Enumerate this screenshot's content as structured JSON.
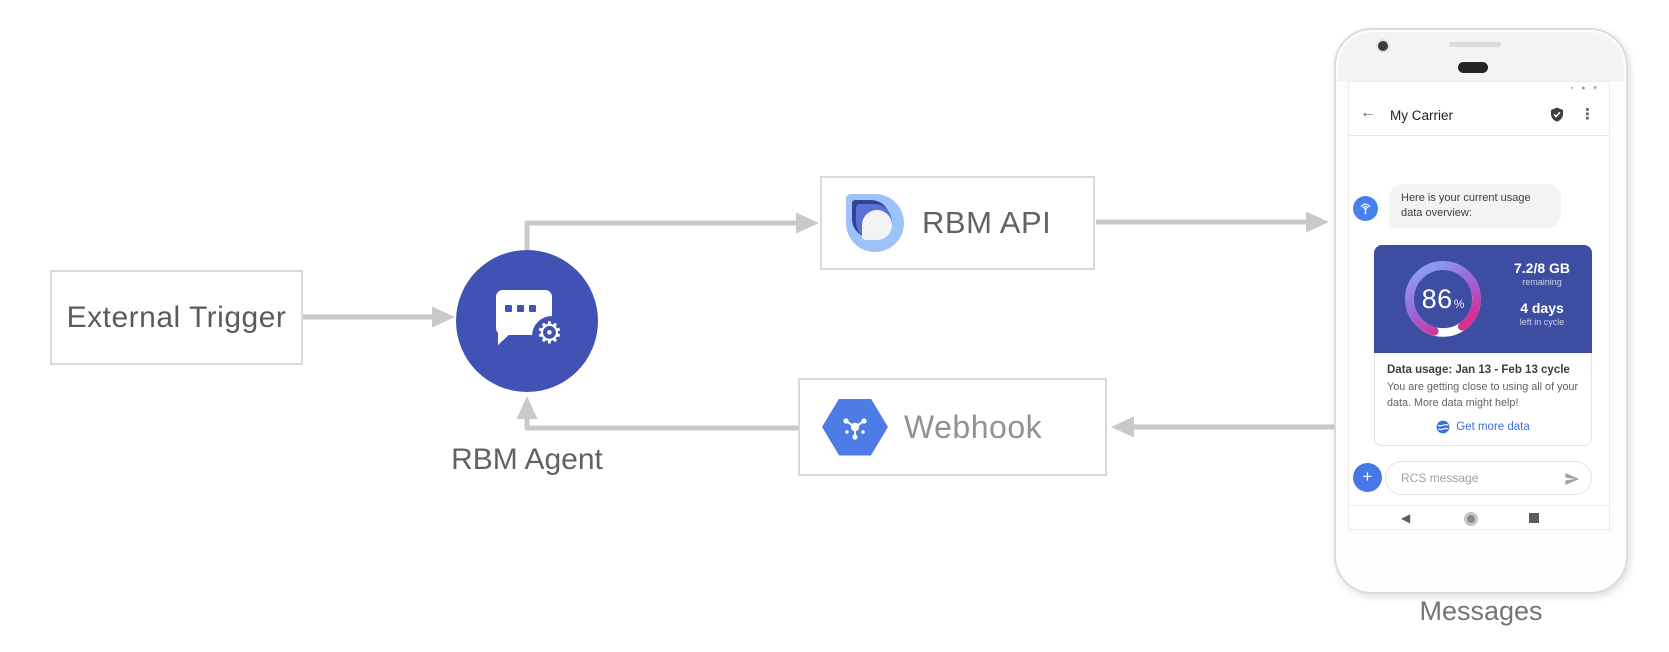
{
  "diagram": {
    "nodes": {
      "external_trigger": "External Trigger",
      "rbm_agent": "RBM Agent",
      "rbm_api": "RBM API",
      "webhook": "Webhook"
    },
    "phone_caption": "Messages"
  },
  "phone": {
    "header": {
      "title": "My Carrier",
      "back_icon": "arrow-left",
      "verified_icon": "shield-verified",
      "menu_icon": "kebab-menu"
    },
    "chat": {
      "agent_message": "Here is your current usage data overview:",
      "avatar_icon": "broadcast-antenna"
    },
    "usage_card": {
      "percent_value": "86",
      "percent_unit": "%",
      "remaining_value": "7.2/8 GB",
      "remaining_label": "remaining",
      "cycle_value": "4 days",
      "cycle_label": "left in cycle",
      "title": "Data usage: Jan 13 - Feb 13 cycle",
      "body": "You are getting close to using all of your data. More data might help!",
      "action_label": "Get more data",
      "action_icon": "globe-icon"
    },
    "composer": {
      "plus_label": "+",
      "placeholder": "RCS message",
      "send_icon": "send-arrow"
    }
  },
  "colors": {
    "arrow_gray": "#c9c9c9",
    "agent_circle": "#4252b4",
    "card_indigo": "#3d4da1",
    "action_blue": "#3b6fe0",
    "composer_blue": "#4678e8",
    "webhook_hex_blue": "#4d7ce7",
    "gauge_blue": "#83b0f4",
    "gauge_purple": "#a060d8",
    "gauge_pink": "#ec2b8d"
  }
}
